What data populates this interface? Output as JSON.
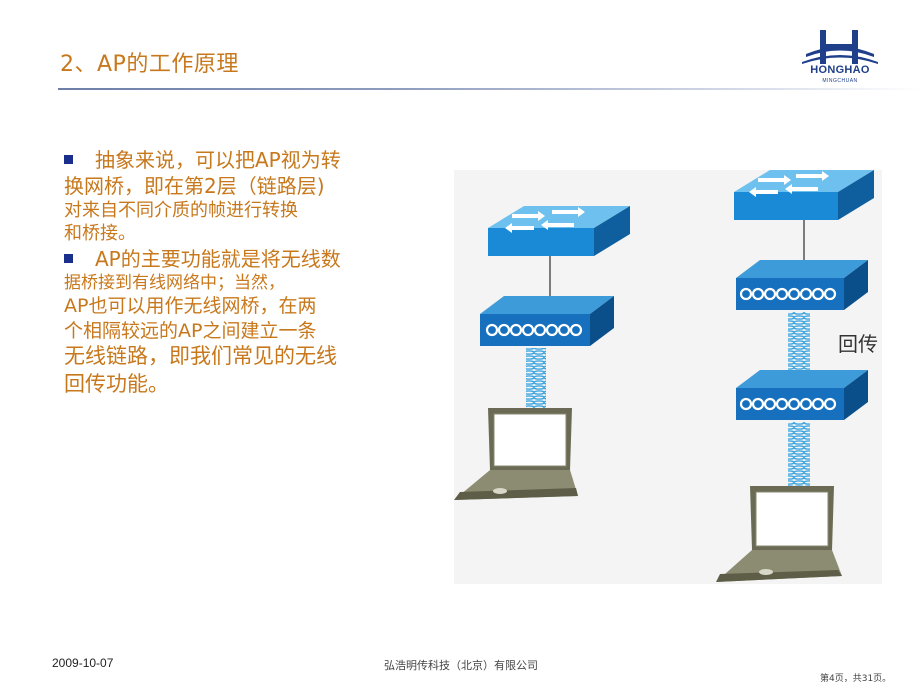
{
  "title": "2、AP的工作原理",
  "logo": {
    "name": "HONGHAO",
    "sub": "MINGCHUAN"
  },
  "bullets": [
    {
      "lines": [
        "抽象来说，可以把AP视为转",
        "换网桥，即在第2层（链路层)",
        "对来自不同介质的帧进行转换",
        "和桥接。"
      ]
    },
    {
      "lines": [
        "AP的主要功能就是将无线数",
        "据桥接到有线网络中；当然，",
        "AP也可以用作无线网桥，在两",
        "个相隔较远的AP之间建立一条",
        "无线链路，即我们常见的无线",
        "回传功能。"
      ]
    }
  ],
  "diagram": {
    "backhaul_label": "回传"
  },
  "footer": {
    "date": "2009-10-07",
    "company": "弘浩明传科技（北京）有限公司",
    "page": "第4页，共31页。"
  },
  "colors": {
    "title": "#c8781c",
    "bullet": "#1a2e8c",
    "switch": "#1e8fd8",
    "ap": "#1677c8"
  }
}
